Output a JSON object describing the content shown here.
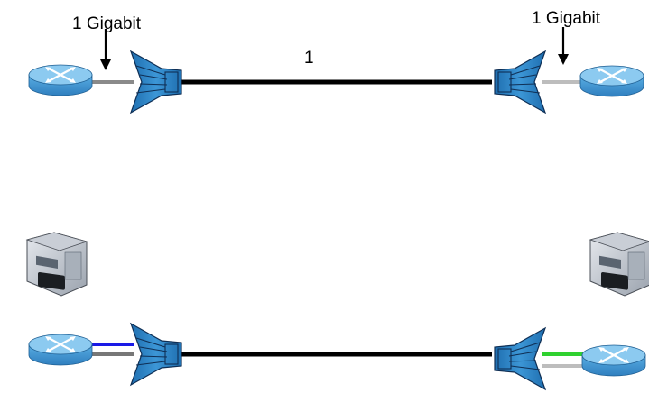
{
  "diagram": {
    "top_link": {
      "left_label": "1 Gigabit",
      "right_label": "1 Gigabit",
      "channel_label": "1"
    },
    "bottom_link": {}
  },
  "icons": {
    "router": "router-icon",
    "mux": "optical-mux-icon",
    "transceiver": "media-converter-icon"
  },
  "colors": {
    "router_body": "#4a9fd8",
    "router_top": "#8ccaf0",
    "mux_fill": "#2f86c6",
    "trunk_line": "#000000",
    "tail_gray": "#8a8a8a",
    "tail_light": "#bdbdbd",
    "tail_blue": "#1a1ae6",
    "tail_green": "#2fd12f"
  }
}
